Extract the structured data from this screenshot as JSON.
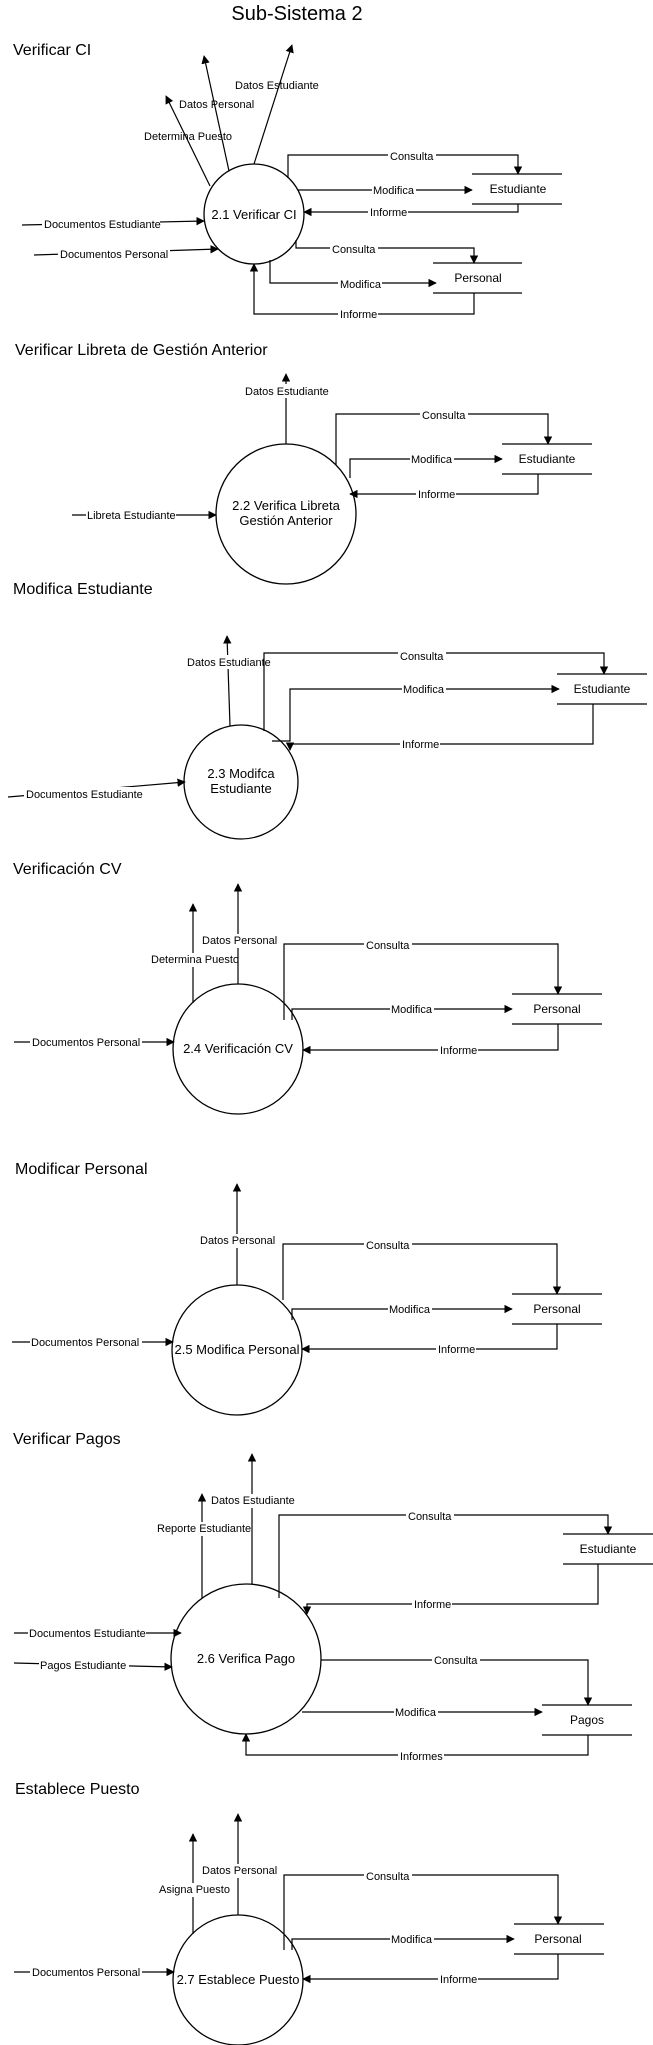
{
  "title": "Sub-Sistema 2",
  "sections": [
    {
      "title": "Verificar CI"
    },
    {
      "title": "Verificar Libreta de Gestión Anterior"
    },
    {
      "title": "Modifica Estudiante"
    },
    {
      "title": "Verificación CV"
    },
    {
      "title": "Modificar Personal"
    },
    {
      "title": "Verificar Pagos"
    },
    {
      "title": "Establece Puesto"
    }
  ],
  "s1": {
    "process": "2.1 Verificar CI",
    "in1": "Documentos Estudiante",
    "in2": "Documentos Personal",
    "out1": "Determina Puesto",
    "out2": "Datos Personal",
    "out3": "Datos Estudiante",
    "store1": "Estudiante",
    "store2": "Personal",
    "consulta1": "Consulta",
    "modifica1": "Modifica",
    "informe1": "Informe",
    "consulta2": "Consulta",
    "modifica2": "Modifica",
    "informe2": "Informe"
  },
  "s2": {
    "process_l1": "2.2 Verifica Libreta",
    "process_l2": "Gestión Anterior",
    "in1": "Libreta Estudiante",
    "out1": "Datos Estudiante",
    "store1": "Estudiante",
    "consulta1": "Consulta",
    "modifica1": "Modifica",
    "informe1": "Informe"
  },
  "s3": {
    "process_l1": "2.3 Modifca",
    "process_l2": "Estudiante",
    "in1": "Documentos Estudiante",
    "out1": "Datos Estudiante",
    "store1": "Estudiante",
    "consulta1": "Consulta",
    "modifica1": "Modifica",
    "informe1": "Informe"
  },
  "s4": {
    "process": "2.4 Verificación CV",
    "in1": "Documentos Personal",
    "out1": "Determina Puesto",
    "out2": "Datos Personal",
    "store1": "Personal",
    "consulta1": "Consulta",
    "modifica1": "Modifica",
    "informe1": "Informe"
  },
  "s5": {
    "process": "2.5 Modifica Personal",
    "in1": "Documentos Personal",
    "out1": "Datos Personal",
    "store1": "Personal",
    "consulta1": "Consulta",
    "modifica1": "Modifica",
    "informe1": "Informe"
  },
  "s6": {
    "process": "2.6 Verifica Pago",
    "in1": "Documentos Estudiante",
    "in2": "Pagos Estudiante",
    "out1": "Reporte Estudiante",
    "out2": "Datos Estudiante",
    "store1": "Estudiante",
    "store2": "Pagos",
    "consulta1": "Consulta",
    "informe1": "Informe",
    "consulta2": "Consulta",
    "modifica2": "Modifica",
    "informe2": "Informes"
  },
  "s7": {
    "process": "2.7 Establece Puesto",
    "in1": "Documentos Personal",
    "out1": "Asigna Puesto",
    "out2": "Datos Personal",
    "store1": "Personal",
    "consulta1": "Consulta",
    "modifica1": "Modifica",
    "informe1": "Informe"
  }
}
